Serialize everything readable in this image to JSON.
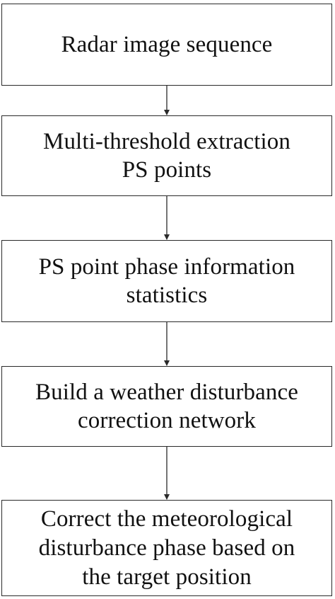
{
  "flowchart": {
    "steps": [
      {
        "lines": [
          "Radar image sequence"
        ]
      },
      {
        "lines": [
          "Multi-threshold extraction",
          "PS points"
        ]
      },
      {
        "lines": [
          "PS point phase information",
          "statistics"
        ]
      },
      {
        "lines": [
          "Build a weather disturbance",
          "correction network"
        ]
      },
      {
        "lines": [
          "Correct the meteorological",
          "disturbance phase based on",
          "the target position"
        ]
      }
    ]
  },
  "colors": {
    "border": "#2a2a2a",
    "text": "#111111",
    "background": "#ffffff"
  }
}
